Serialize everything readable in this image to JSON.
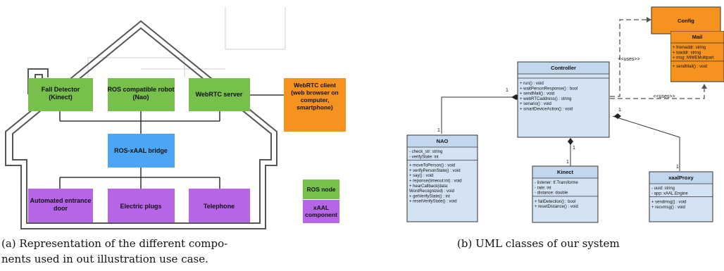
{
  "colors": {
    "ros_node": "#77c04b",
    "xaal_component": "#b565e6",
    "bridge": "#4ba7f5",
    "webrtc_client": "#f5931e",
    "uml_class": "#d3e3f4",
    "uml_header": "#c2d7ee",
    "config_orange": "#f5931e"
  },
  "house": {
    "nodes": {
      "fall_detector": "Fall Detector\n(Kinect)",
      "ros_robot": "ROS compatible robot\n(Nao)",
      "webrtc_server": "WebRTC server",
      "webrtc_client": "WebRTC client\n(web browser on\ncomputer,\nsmartphone)",
      "bridge": "ROS-xAAL bridge",
      "entrance_door": "Automated entrance\ndoor",
      "electric_plugs": "Electric plugs",
      "telephone": "Telephone"
    },
    "legend": {
      "ros_node": "ROS node",
      "xaal_component": "xAAL\ncomponent"
    }
  },
  "uml": {
    "classes": {
      "config": {
        "name": "Config",
        "attributes": [],
        "methods": []
      },
      "mail": {
        "name": "Mail",
        "attributes": [
          "+ fromaddr:  string",
          "+ toaddr:  string",
          "+ msg:  MIMEMultipart"
        ],
        "methods": [
          "+ sendMail() : void"
        ]
      },
      "controller": {
        "name": "Controller",
        "attributes": [],
        "methods": [
          "+ run() : void",
          "+ waitPersonResponse() : bool",
          "+ sendMail() : void",
          "+ webRTCaddress() : string",
          "+ senario() : void",
          "+ smartDeviceAction() : void"
        ]
      },
      "nao": {
        "name": "NAO",
        "attributes": [
          "- check_str:  string",
          "- verifyState:  int"
        ],
        "methods": [
          "+ moveToPerson() : void",
          "+ verifyPersonState() : void",
          "+ say() : void",
          "+ reponse(timeout:int) : void",
          "+ hearCallback(data:",
          "WordRecognized) : void",
          "+ getVerifyState() : int",
          "+ resetVerifyState() : void"
        ]
      },
      "kinect": {
        "name": "Kinect",
        "attributes": [
          "- listener:  tf.Transforme",
          "- rate:  int",
          "- distance:  double"
        ],
        "methods": [
          "+ fallDetection() : bool",
          "+ resetDistance() : void"
        ]
      },
      "xaalproxy": {
        "name": "xaalProxy",
        "attributes": [
          "- uuid:  string",
          "- app:  xAAL.Engine"
        ],
        "methods": [
          "+ sendmsg() : void",
          "+ recvmsg() : void"
        ]
      }
    },
    "uses_label": "<<uses>>",
    "multiplicity": "1"
  },
  "captions": {
    "a_line1": "(a) Representation of the different compo-",
    "a_line2": "nents used in out illustration use case.",
    "b": "(b) UML classes of our system"
  }
}
